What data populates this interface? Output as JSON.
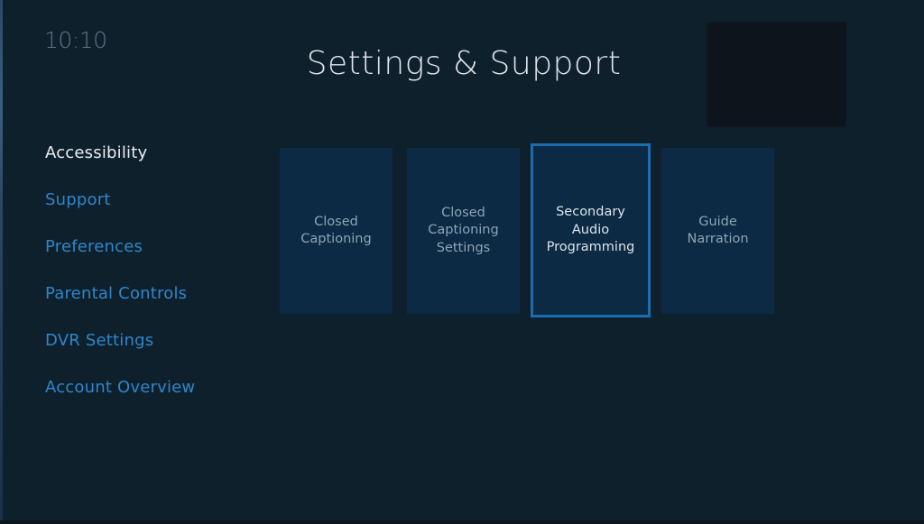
{
  "header": {
    "clock": "10:10",
    "title": "Settings & Support"
  },
  "preview": {
    "label": "video-preview"
  },
  "sidebar": {
    "items": [
      {
        "label": "Accessibility",
        "active": true
      },
      {
        "label": "Support",
        "active": false
      },
      {
        "label": "Preferences",
        "active": false
      },
      {
        "label": "Parental Controls",
        "active": false
      },
      {
        "label": "DVR Settings",
        "active": false
      },
      {
        "label": "Account Overview",
        "active": false
      }
    ]
  },
  "tiles": [
    {
      "label": "Closed\nCaptioning",
      "focused": false
    },
    {
      "label": "Closed\nCaptioning\nSettings",
      "focused": false
    },
    {
      "label": "Secondary\nAudio\nProgramming",
      "focused": true
    },
    {
      "label": "Guide\nNarration",
      "focused": false
    }
  ],
  "colors": {
    "background": "#0f202d",
    "accent": "#2f86c8",
    "focus_border": "#1a6eaf",
    "tile": "#0c2a44",
    "active_text": "#e9eef2"
  }
}
